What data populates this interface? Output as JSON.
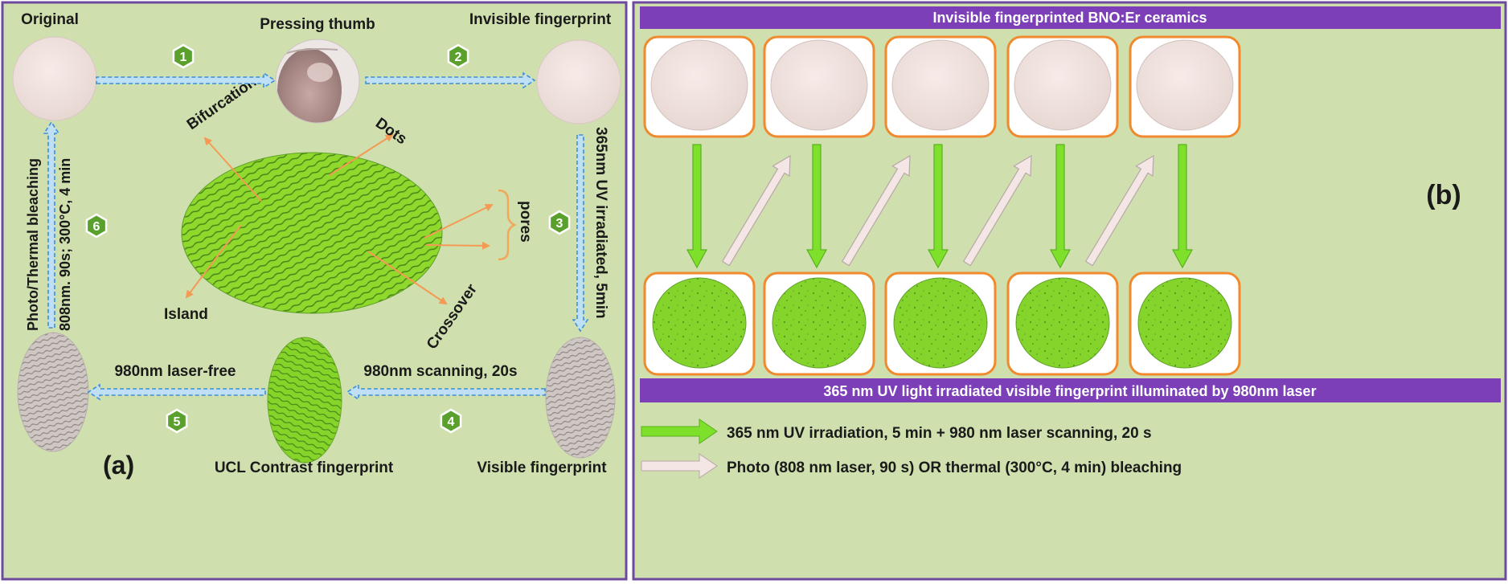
{
  "panel_a": {
    "label": "(a)",
    "original_label": "Original",
    "pressing_thumb_label": "Pressing thumb",
    "invisible_fingerprint_label": "Invisible fingerprint",
    "visible_fingerprint_label": "Visible fingerprint",
    "ucl_contrast_label": "UCL Contrast fingerprint",
    "features": {
      "bifurcation": "Bifurcation",
      "dots": "Dots",
      "pores": "pores",
      "island": "Island",
      "crossover": "Crossover"
    },
    "steps": [
      {
        "number": "1"
      },
      {
        "number": "2"
      },
      {
        "number": "3",
        "text": "365nm UV irradiated, 5min"
      },
      {
        "number": "4",
        "text": "980nm scanning, 20s"
      },
      {
        "number": "5",
        "text": "980nm laser-free"
      },
      {
        "number": "6",
        "line1": "Photo/Thermal bleaching",
        "line2": "808nm. 90s; 300°C, 4 min"
      }
    ]
  },
  "panel_b": {
    "label": "(b)",
    "top_banner": "Invisible fingerprinted BNO:Er ceramics",
    "middle_banner": "365 nm UV light irradiated visible fingerprint illuminated by 980nm laser",
    "legend": [
      {
        "color": "#7ee02a",
        "text": "365 nm UV irradiation, 5 min + 980 nm laser scanning, 20 s"
      },
      {
        "color": "#f4e6e4",
        "text": "Photo (808 nm laser, 90 s) OR thermal (300°C, 4 min) bleaching"
      }
    ]
  },
  "colors": {
    "panel_bg": "#cfdfae",
    "frame_purple": "#6e4a9e",
    "banner_purple": "#7d3fb8",
    "tile_border": "#f08a2c",
    "step_badge": "#5aa02c",
    "flow_arrow": "#3d8fd8",
    "feature_arrow": "#f49a55",
    "green_arrow": "#7ee02a",
    "pink_arrow": "#f4e6e4"
  }
}
